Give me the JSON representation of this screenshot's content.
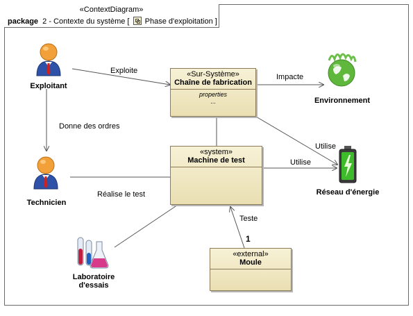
{
  "frame": {
    "stereotype": "«ContextDiagram»",
    "kind": "package",
    "title_prefix": "2 - Contexte du système [",
    "title_suffix": "Phase d'exploitation ]",
    "kind_icon": "diagram-icon"
  },
  "blocks": {
    "sur_systeme": {
      "stereotype": "«Sur-Système»",
      "name": "Chaîne de fabrication",
      "compartment": "properties",
      "ellipsis": "..."
    },
    "system": {
      "stereotype": "«system»",
      "name": "Machine de test"
    },
    "external": {
      "stereotype": "«external»",
      "name": "Moule"
    }
  },
  "actors": {
    "exploitant": {
      "name": "Exploitant",
      "icon": "person-icon"
    },
    "technicien": {
      "name": "Technicien",
      "icon": "person-icon"
    },
    "laboratoire": {
      "name_line1": "Laboratoire",
      "name_line2": "d'essais",
      "icon": "lab-flasks-icon"
    },
    "environnement": {
      "name": "Environnement",
      "icon": "globe-icon"
    },
    "reseau": {
      "name": "Réseau d'énergie",
      "icon": "battery-icon"
    }
  },
  "relations": {
    "exploite": "Exploite",
    "impacte": "Impacte",
    "donne_ordres": "Donne des ordres",
    "utilise_1": "Utilise",
    "utilise_2": "Utilise",
    "realise": "Réalise le test",
    "teste": "Teste",
    "multiplicity": "1"
  },
  "colors": {
    "block_fill_top": "#f7f1d6",
    "block_fill_bottom": "#eadfb2",
    "block_border": "#8b7b56",
    "person_body": "#2e52a8",
    "person_head": "#f2a03a",
    "tie": "#cc2222",
    "battery_green": "#3dbb2a",
    "globe_green": "#5fb83c"
  }
}
